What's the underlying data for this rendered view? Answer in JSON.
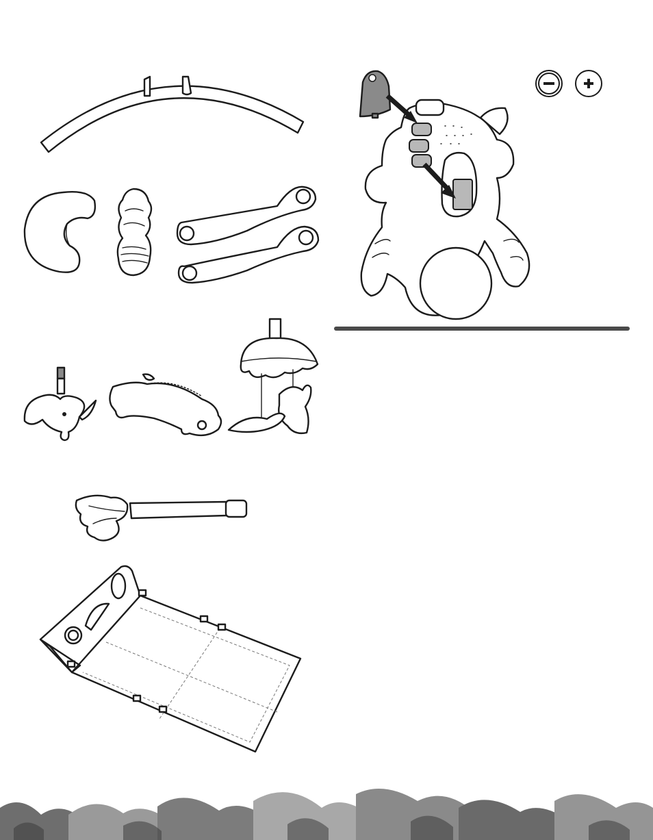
{
  "page": {
    "parts": [
      {
        "id": "toy-bar",
        "kind": "arch"
      },
      {
        "id": "head-pillow",
        "kind": "cushion"
      },
      {
        "id": "plush-toy",
        "kind": "plush"
      },
      {
        "id": "base-legs",
        "kind": "legs",
        "count": 2
      },
      {
        "id": "elephant-toy",
        "kind": "hanging-toy"
      },
      {
        "id": "giraffe-toy",
        "kind": "hanging-toy"
      },
      {
        "id": "leaf-butterfly-toy",
        "kind": "hanging-toy"
      },
      {
        "id": "leaf-toy-bar",
        "kind": "bar"
      },
      {
        "id": "play-mat",
        "kind": "mat"
      },
      {
        "id": "battery-diagram",
        "kind": "diagram"
      }
    ],
    "battery": {
      "polarity_minus_icon": "minus-icon",
      "polarity_plus_icon": "plus-icon",
      "battery_count": 3
    },
    "colors": {
      "ink": "#1c1c1c",
      "divider": "#4a4a4a",
      "battery_door": "#8a8a8a"
    }
  }
}
